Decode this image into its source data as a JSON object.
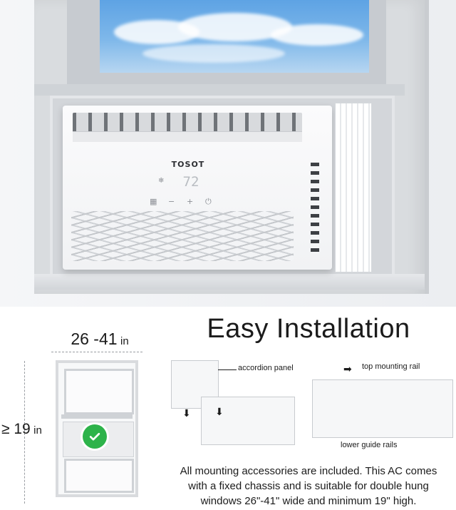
{
  "product": {
    "brand": "TOSOT",
    "temperature_display": "72"
  },
  "heading": {
    "title": "Easy Installation"
  },
  "dimensions": {
    "width_value": "26 -41",
    "width_unit": "in",
    "height_value": "≥ 19",
    "height_unit": "in"
  },
  "diagram_labels": {
    "accordion_panel": "accordion panel",
    "top_mounting_rail": "top mounting rail",
    "lower_guide_rails": "lower guide rails"
  },
  "description": {
    "line1": "All mounting accessories are included. This AC comes",
    "line2": "with a fixed chassis and is suitable for double hung",
    "line3": "windows 26\"-41\" wide and minimum 19\" high."
  },
  "icons": {
    "check": "check-circle-icon",
    "check_color": "#2db34a"
  }
}
